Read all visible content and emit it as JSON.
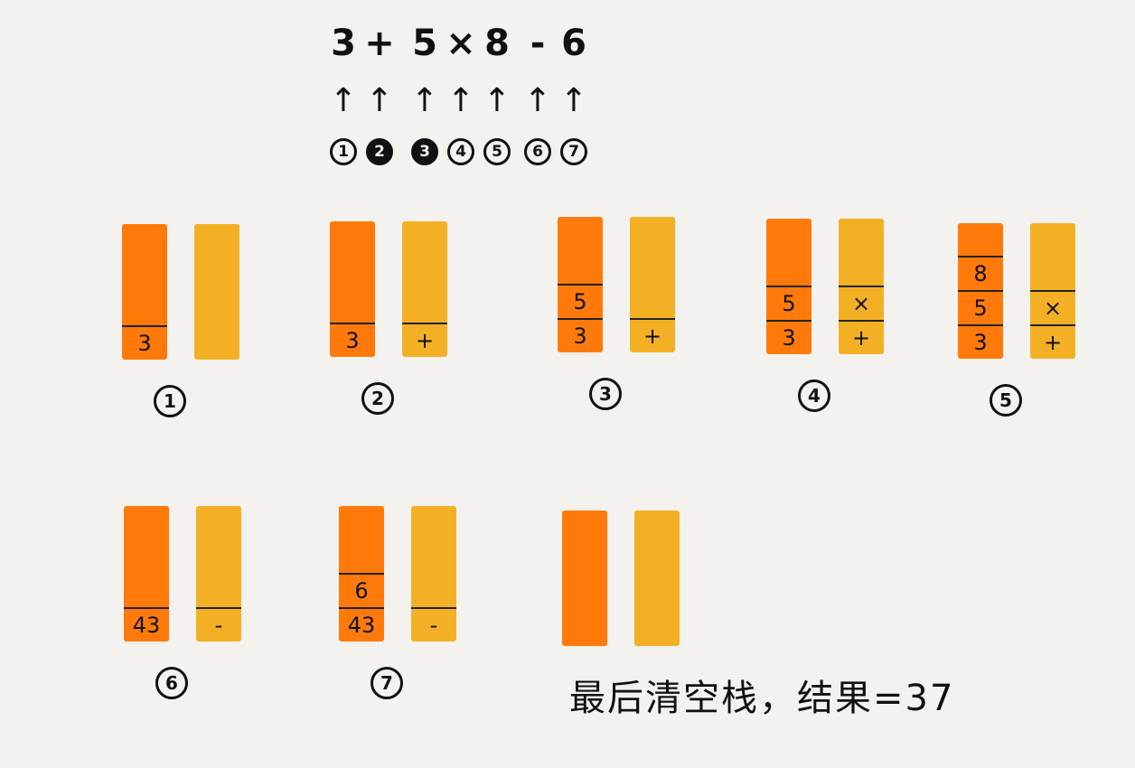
{
  "expression": {
    "tokens": [
      "3",
      "+",
      "5",
      "×",
      "8",
      "-",
      "6"
    ],
    "arrow": "↑",
    "markers": [
      {
        "label": "1",
        "filled": false
      },
      {
        "label": "2",
        "filled": true
      },
      {
        "label": "3",
        "filled": true
      },
      {
        "label": "4",
        "filled": false
      },
      {
        "label": "5",
        "filled": false
      },
      {
        "label": "6",
        "filled": false
      },
      {
        "label": "7",
        "filled": false
      }
    ]
  },
  "steps": [
    {
      "label": "1",
      "numbers": [
        "3"
      ],
      "operators": []
    },
    {
      "label": "2",
      "numbers": [
        "3"
      ],
      "operators": [
        "+"
      ]
    },
    {
      "label": "3",
      "numbers": [
        "3",
        "5"
      ],
      "operators": [
        "+"
      ]
    },
    {
      "label": "4",
      "numbers": [
        "3",
        "5"
      ],
      "operators": [
        "+",
        "×"
      ]
    },
    {
      "label": "5",
      "numbers": [
        "3",
        "5",
        "8"
      ],
      "operators": [
        "+",
        "×"
      ]
    },
    {
      "label": "6",
      "numbers": [
        "43"
      ],
      "operators": [
        "-"
      ]
    },
    {
      "label": "7",
      "numbers": [
        "43",
        "6"
      ],
      "operators": [
        "-"
      ]
    },
    {
      "label": "",
      "numbers": [],
      "operators": []
    }
  ],
  "final_note": "最后清空栈，结果=37",
  "colors": {
    "background": "#f4f2ee",
    "number_stack": "#ff7a0a",
    "operator_stack": "#f4b024",
    "ink": "#111111"
  }
}
